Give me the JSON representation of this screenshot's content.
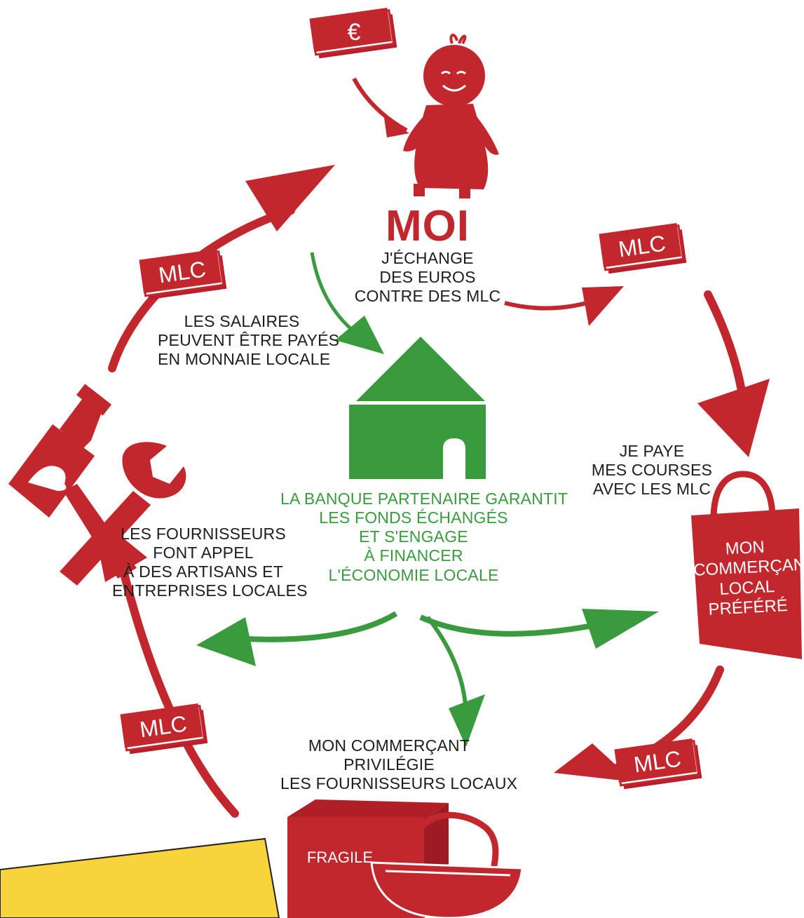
{
  "colors": {
    "red": "#c1272d",
    "green": "#3a9a3e",
    "yellow": "#f7d33c",
    "text": "#1d1d1b"
  },
  "currency": {
    "euro_symbol": "€",
    "mlc_label": "MLC"
  },
  "center": {
    "moi": {
      "title": "MOI",
      "lines": [
        "J'ÉCHANGE",
        "DES EUROS",
        "CONTRE DES MLC"
      ]
    },
    "bank": {
      "lines": [
        "LA BANQUE PARTENAIRE GARANTIT",
        "LES FONDS ÉCHANGÉS",
        "ET S'ENGAGE",
        "À FINANCER",
        "L'ÉCONOMIE LOCALE"
      ]
    }
  },
  "steps": {
    "shopping": {
      "lines": [
        "JE PAYE",
        "MES COURSES",
        "AVEC LES MLC"
      ]
    },
    "shop_bag": {
      "lines": [
        "MON",
        "COMMERÇANT",
        "LOCAL",
        "PRÉFÉRÉ"
      ]
    },
    "suppliers": {
      "lines": [
        "MON COMMERÇANT",
        "PRIVILÉGIE",
        "LES FOURNISSEURS LOCAUX"
      ],
      "box_label": "FRAGILE"
    },
    "artisans": {
      "lines": [
        "LES FOURNISSEURS",
        "FONT APPEL",
        "À DES ARTISANS ET",
        "ENTREPRISES LOCALES"
      ]
    },
    "salaries": {
      "lines": [
        "LES SALAIRES",
        "PEUVENT ÊTRE PAYÉS",
        "EN MONNAIE LOCALE"
      ]
    }
  },
  "icons": [
    "euro-bill-icon",
    "mlc-bill-icon",
    "person-icon",
    "house-icon",
    "shopping-bag-icon",
    "box-icon",
    "basket-icon",
    "paintbrush-icon",
    "wrench-icon",
    "arrow-icon"
  ]
}
